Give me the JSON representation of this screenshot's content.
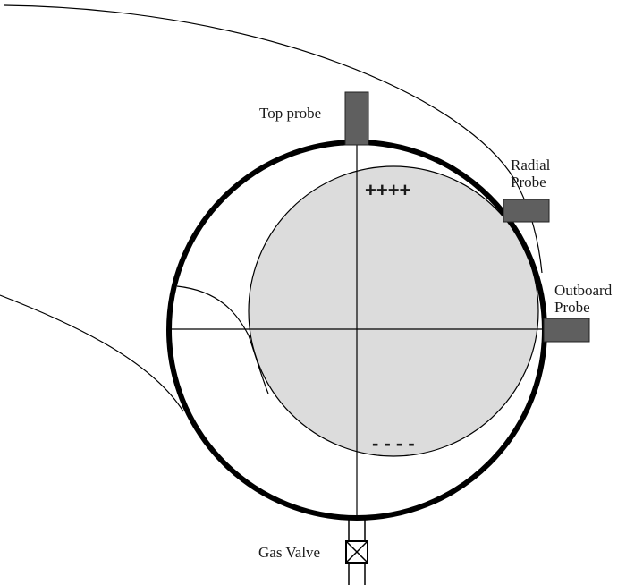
{
  "labels": {
    "top_probe": "Top probe",
    "radial_probe_line1": "Radial",
    "radial_probe_line2": "Probe",
    "outboard_probe_line1": "Outboard",
    "outboard_probe_line2": "Probe",
    "gas_valve": "Gas Valve",
    "positive_charge": "++++",
    "negative_charge": "- - - -"
  },
  "colors": {
    "vessel_wall": "#000000",
    "plasma_fill": "#dcdcdc",
    "probe_fill": "#5f5f5f",
    "line": "#000000"
  }
}
